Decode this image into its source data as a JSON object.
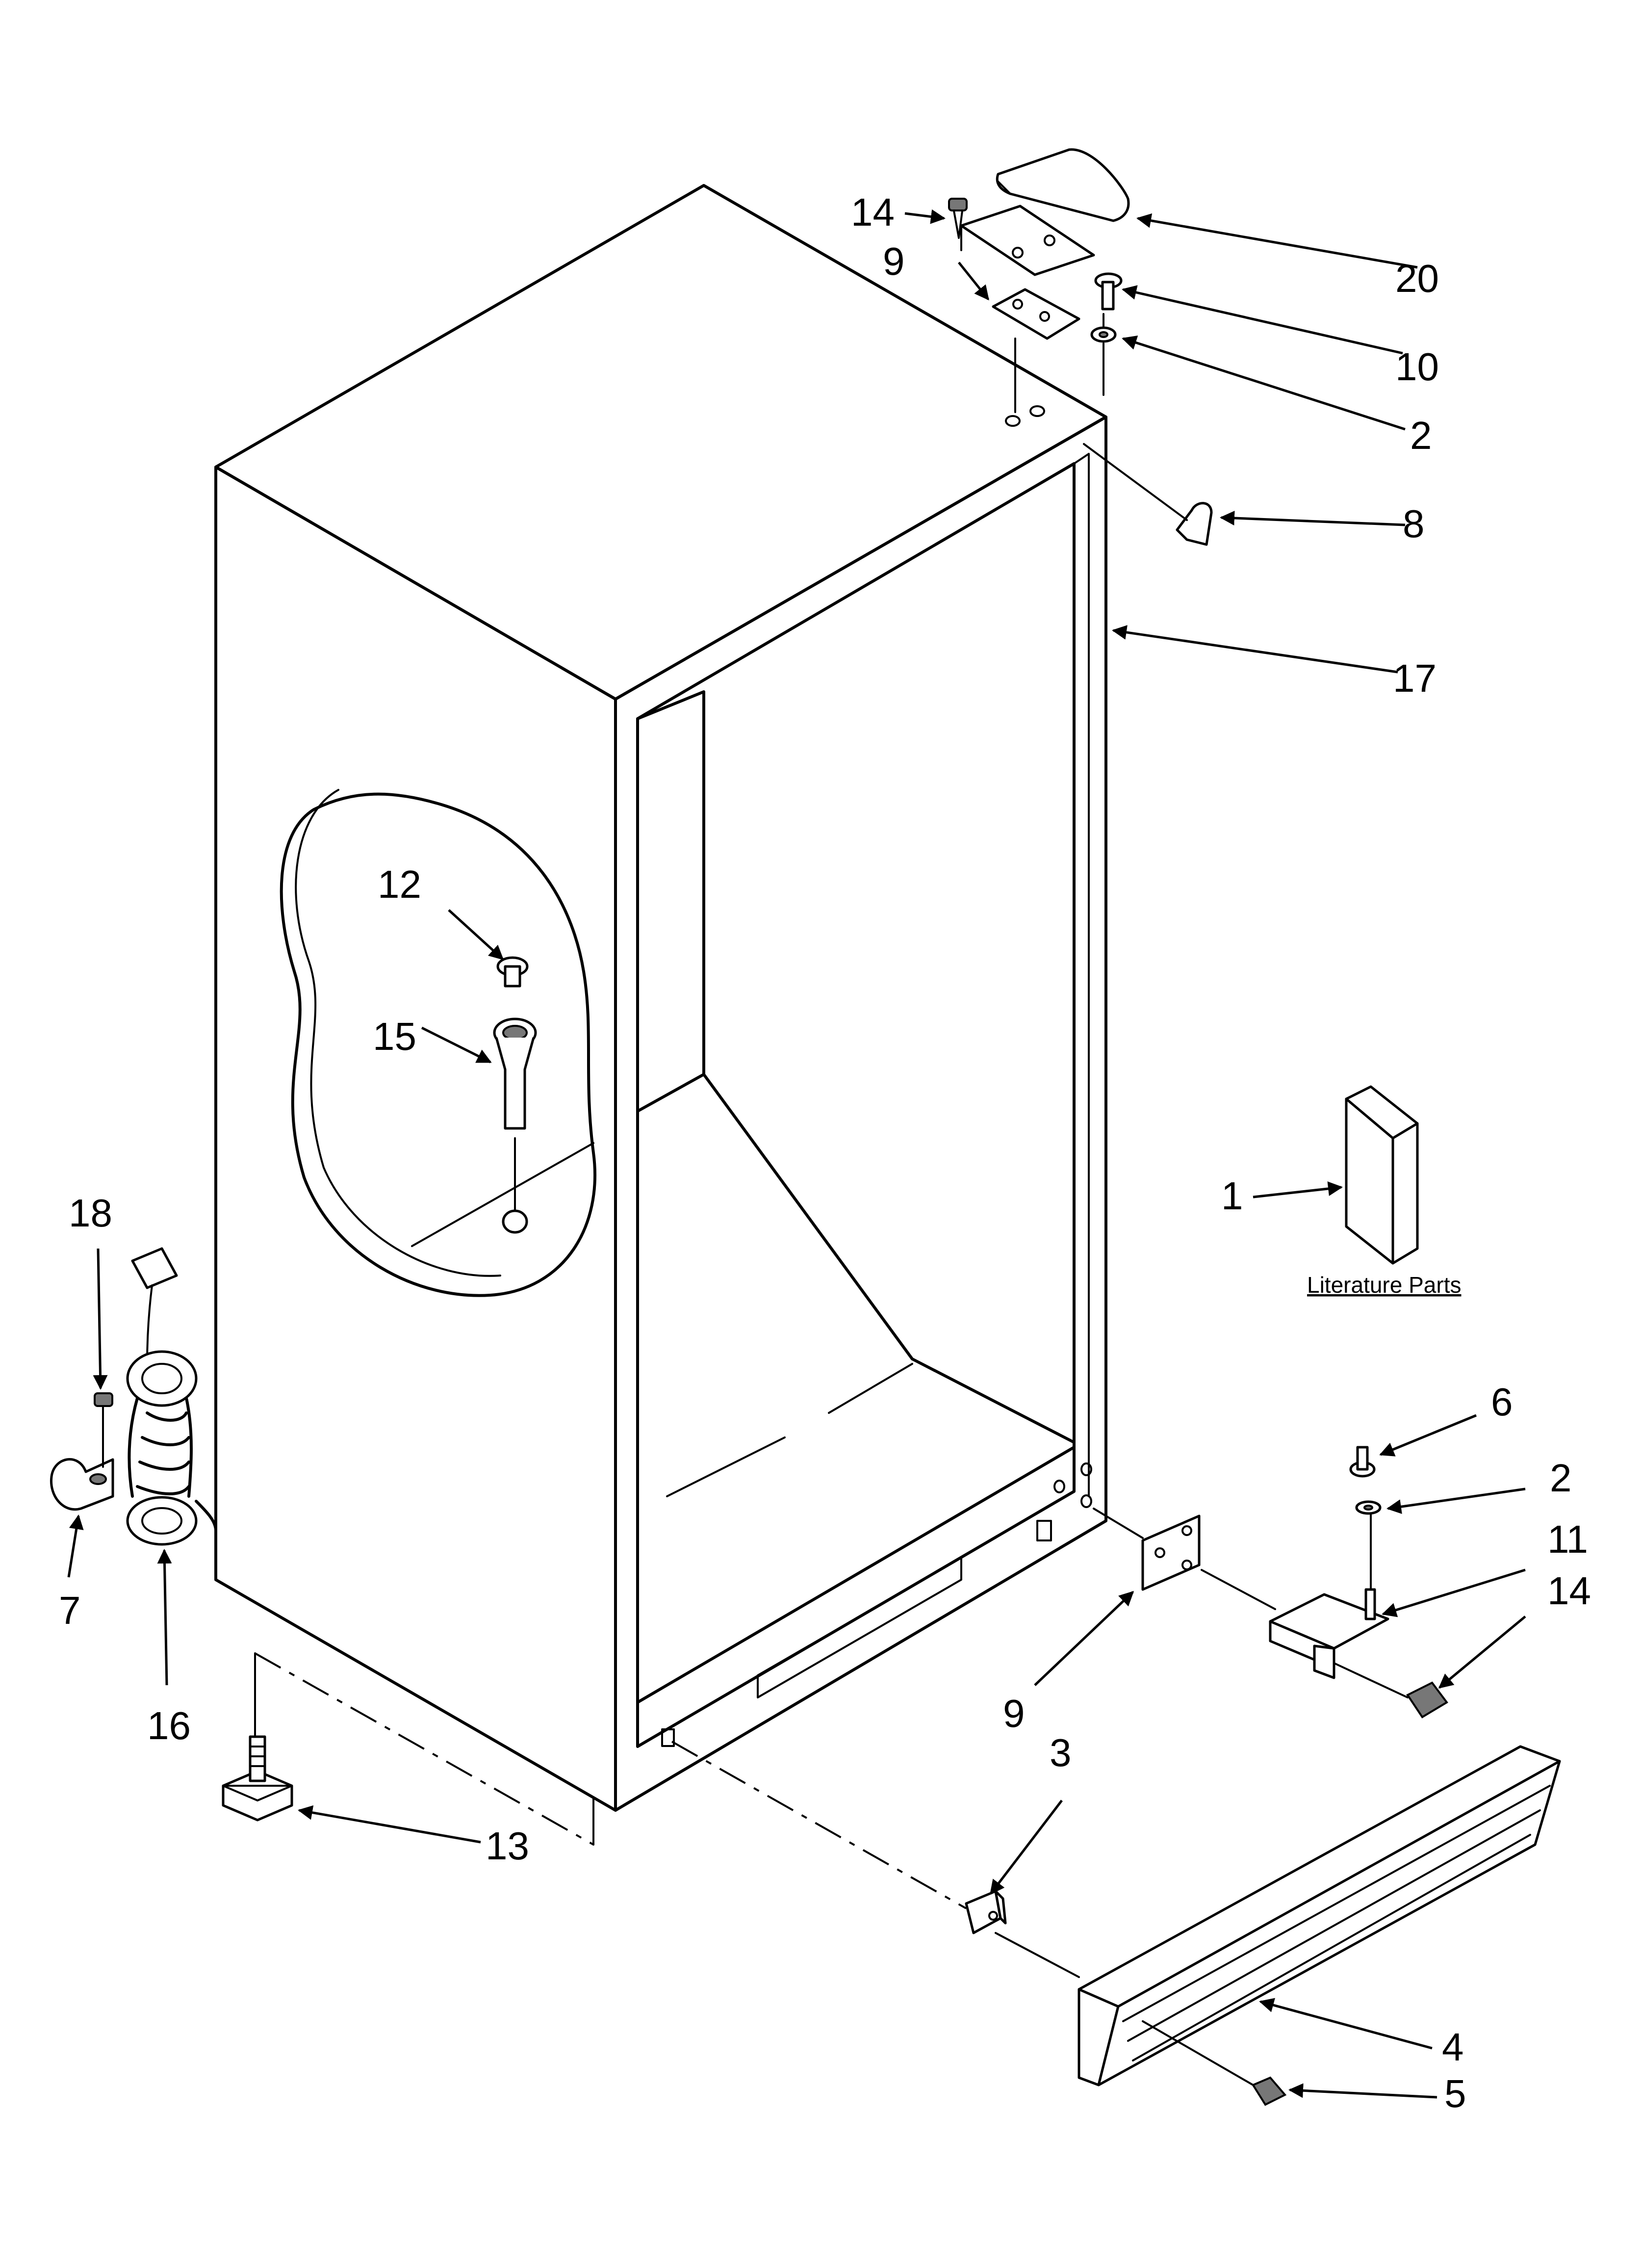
{
  "diagram": {
    "callouts": {
      "c1": "1",
      "c2a": "2",
      "c2b": "2",
      "c3": "3",
      "c4": "4",
      "c5": "5",
      "c6": "6",
      "c7": "7",
      "c8": "8",
      "c9a": "9",
      "c9b": "9",
      "c10": "10",
      "c11": "11",
      "c12": "12",
      "c13": "13",
      "c14a": "14",
      "c14b": "14",
      "c15": "15",
      "c16": "16",
      "c17": "17",
      "c18": "18",
      "c20": "20"
    },
    "literature_label": "Literature Parts"
  }
}
